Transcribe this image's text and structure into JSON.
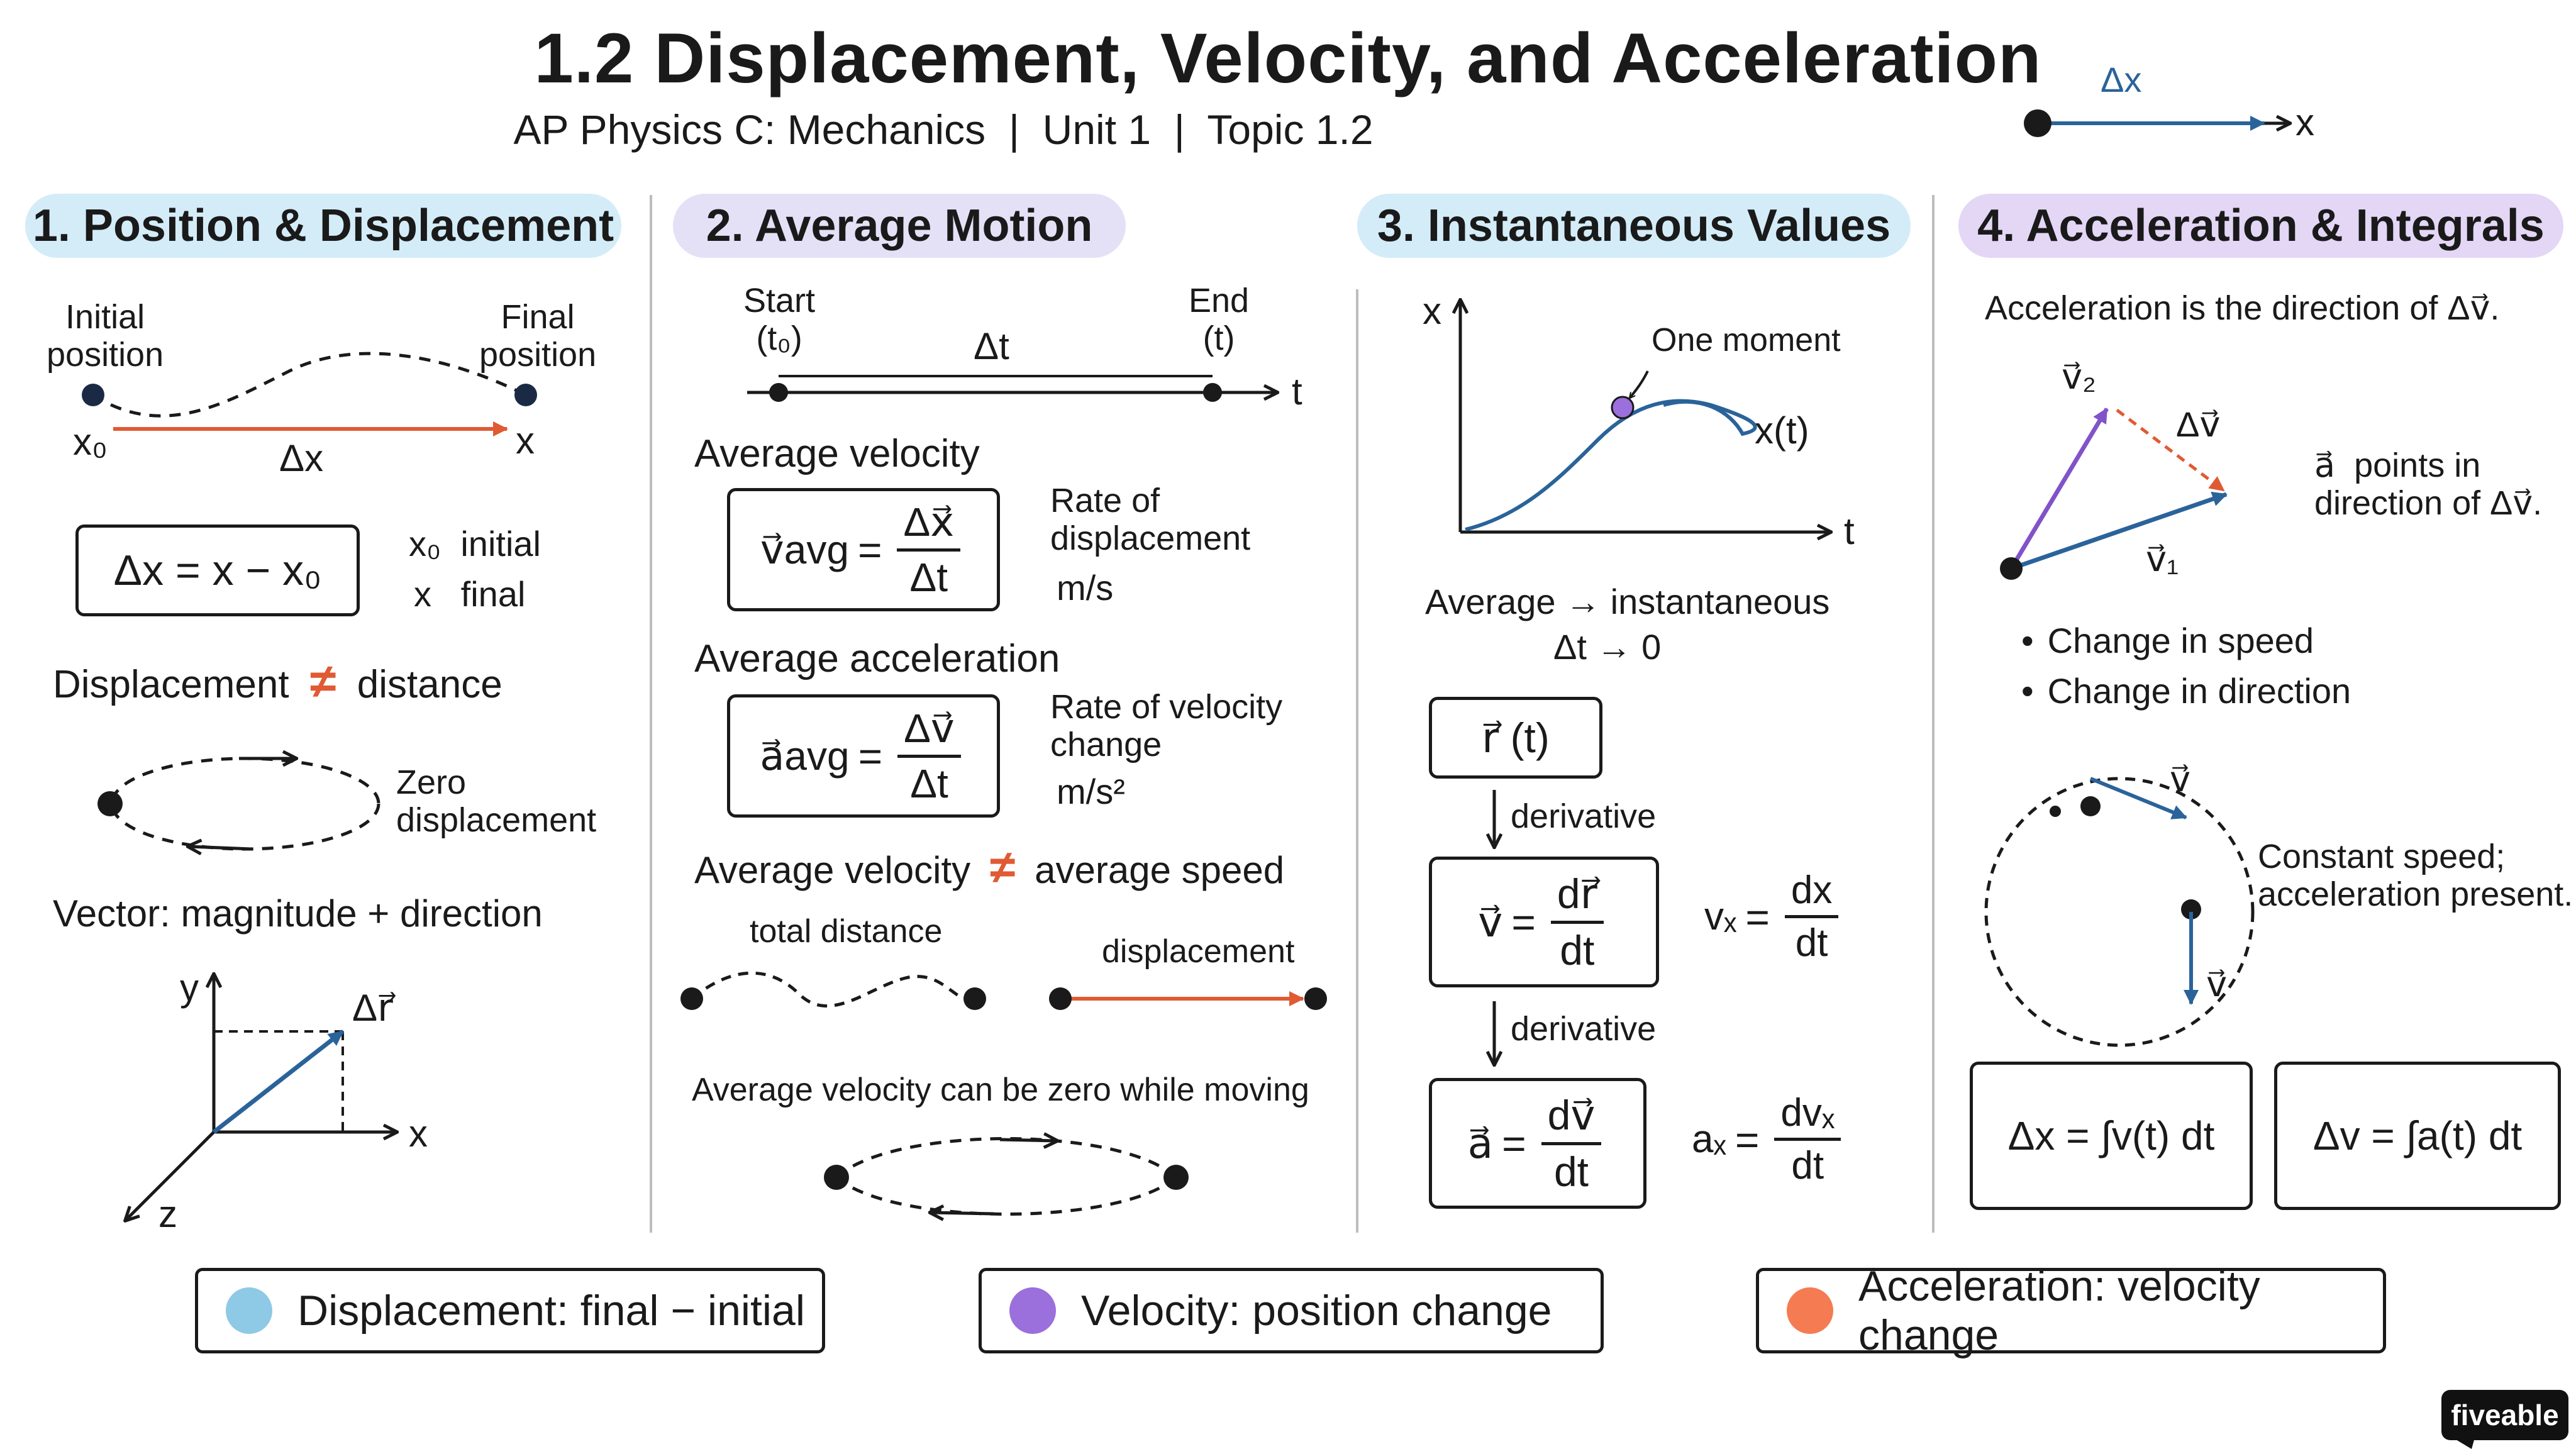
{
  "header": {
    "title": "1.2 Displacement, Velocity, and Acceleration",
    "subtitle": "AP Physics C: Mechanics  |  Unit 1  |  Topic 1.2",
    "corner_delta": "Δx",
    "corner_axis": "x"
  },
  "sections": [
    {
      "label": "1. Position & Displacement",
      "color": "#d3ecf8"
    },
    {
      "label": "2. Average Motion",
      "color": "#e4e1f7"
    },
    {
      "label": "3. Instantaneous Values",
      "color": "#d3ecf8"
    },
    {
      "label": "4. Acceleration & Integrals",
      "color": "#e4d6f5"
    }
  ],
  "s1": {
    "initial": "Initial\nposition",
    "final": "Final\nposition",
    "x0": "x₀",
    "dx": "Δx",
    "x": "x",
    "formula": "Δx = x − x₀",
    "legend_x0": "x₀  initial",
    "legend_x": "x   final",
    "disp_left": "Displacement",
    "neq": "≠",
    "disp_right": "distance",
    "zero": "Zero\ndisplacement",
    "vector": "Vector: magnitude + direction",
    "axis_y": "y",
    "axis_x": "x",
    "axis_z": "z",
    "dr": "Δr⃗"
  },
  "s2": {
    "start": "Start\n(t₀)",
    "end": "End\n(t)",
    "dt": "Δt",
    "t": "t",
    "avg_vel": "Average velocity",
    "v_avg": "v⃗avg",
    "v_num": "Δx⃗",
    "v_den": "Δt",
    "rate_disp": "Rate of\ndisplacement",
    "unit_v": "m/s",
    "avg_acc": "Average acceleration",
    "a_avg": "a⃗avg",
    "a_num": "Δv⃗",
    "a_den": "Δt",
    "rate_vel": "Rate of velocity\nchange",
    "unit_a": "m/s²",
    "vs_left": "Average velocity",
    "neq": "≠",
    "vs_right": "average speed",
    "total_distance": "total distance",
    "displacement": "displacement",
    "zero_moving": "Average velocity can be zero while moving"
  },
  "s3": {
    "axis_x": "x",
    "axis_t": "t",
    "moment": "One moment",
    "xt": "x(t)",
    "avg_inst": "Average → instantaneous",
    "dt_zero": "Δt → 0",
    "r_t": "r⃗ (t)",
    "derivative1": "derivative",
    "v_lhs": "v⃗",
    "v_num": "dr⃗",
    "v_den": "dt",
    "vx_lhs": "vₓ",
    "vx_num": "dx",
    "vx_den": "dt",
    "derivative2": "derivative",
    "a_lhs": "a⃗",
    "a_num": "dv⃗",
    "a_den": "dt",
    "ax_lhs": "aₓ",
    "ax_num": "dvₓ",
    "ax_den": "dt"
  },
  "s4": {
    "intro": "Acceleration is the direction of Δv⃗.",
    "v2": "v⃗₂",
    "dv": "Δv⃗",
    "v1": "v⃗₁",
    "points": "a⃗  points in\ndirection of Δv⃗.",
    "bullet1": "Change in speed",
    "bullet2": "Change in direction",
    "v_top": "v⃗",
    "v_bottom": "v⃗",
    "constant": "Constant speed;\nacceleration present.",
    "int1": "Δx = ∫v(t) dt",
    "int2": "Δv = ∫a(t) dt"
  },
  "legend": [
    {
      "label": "Displacement: final − initial",
      "color": "#8ec9e6"
    },
    {
      "label": "Velocity: position change",
      "color": "#9b6fdc"
    },
    {
      "label": "Acceleration: velocity change",
      "color": "#f57b52"
    }
  ],
  "brand": "fiveable",
  "colors": {
    "blue": "#2a639a",
    "orange": "#e05a33",
    "purple": "#8153c9",
    "ink": "#1a1a1a"
  }
}
